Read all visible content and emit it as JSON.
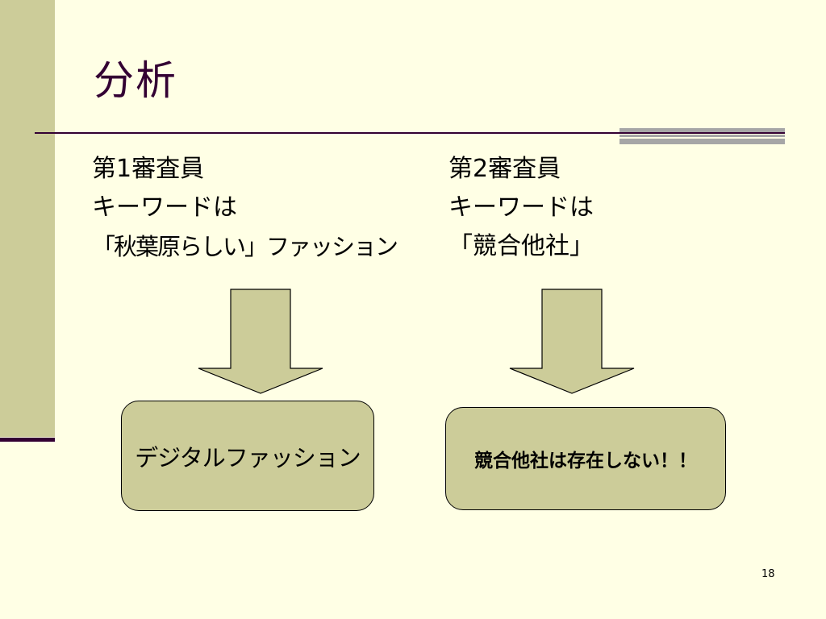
{
  "slide": {
    "title": "分析",
    "page_number": "18"
  },
  "reviewer1": {
    "heading": "第1審査員",
    "keyword_label": "キーワードは",
    "keyword": "「秋葉原らしい」ファッション",
    "result": "デジタルファッション"
  },
  "reviewer2": {
    "heading": "第2審査員",
    "keyword_label": "キーワードは",
    "keyword": "「競合他社」",
    "result": "競合他社は存在しない！！"
  },
  "colors": {
    "background": "#FFFFE5",
    "accent_olive": "#CCCC99",
    "title_purple": "#330033",
    "gray_bar": "#A6A6A6"
  }
}
